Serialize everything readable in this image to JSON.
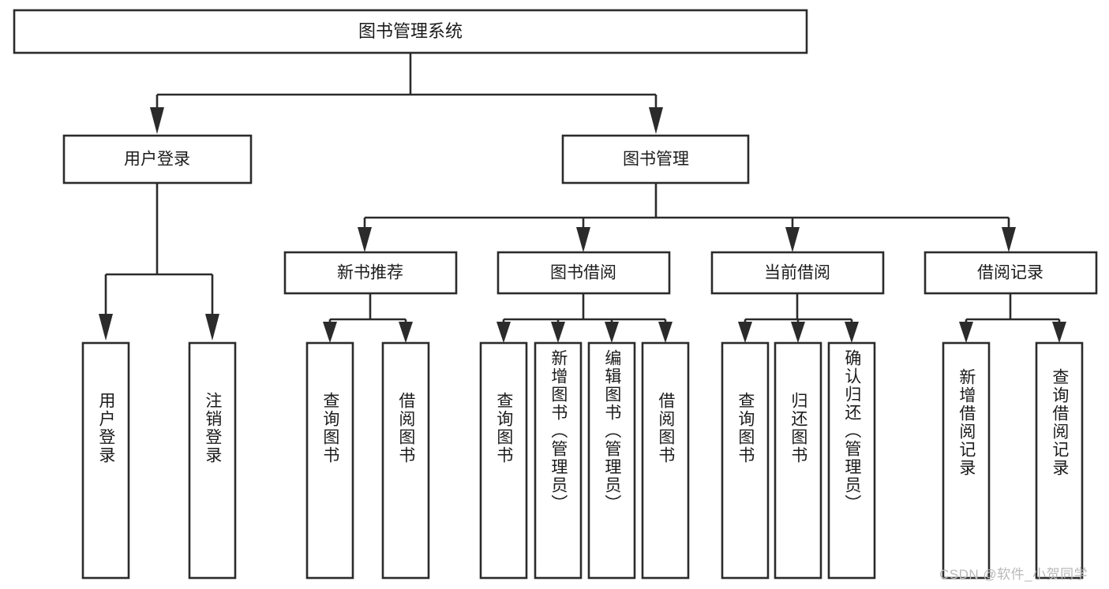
{
  "diagram": {
    "type": "tree-hierarchy-chart",
    "title": "图书管理系统",
    "orientation": "top-down",
    "colors": {
      "box_fill": "#ffffff",
      "box_stroke": "#2b2b2b",
      "text": "#1b1b1b",
      "background": "#ffffff",
      "watermark": "#b9b9b9"
    },
    "root": {
      "label": "图书管理系统",
      "level": 0
    },
    "level1": [
      {
        "id": "user-login",
        "label": "用户登录"
      },
      {
        "id": "book-management",
        "label": "图书管理"
      }
    ],
    "level2": [
      {
        "id": "new-book-recommend",
        "label": "新书推荐",
        "parent": "book-management"
      },
      {
        "id": "book-borrow",
        "label": "图书借阅",
        "parent": "book-management"
      },
      {
        "id": "current-borrow",
        "label": "当前借阅",
        "parent": "book-management"
      },
      {
        "id": "borrow-record",
        "label": "借阅记录",
        "parent": "book-management"
      }
    ],
    "leaves": {
      "user-login": [
        {
          "id": "leaf-user-login",
          "label": "用户登录"
        },
        {
          "id": "leaf-logout",
          "label": "注销登录"
        }
      ],
      "new-book-recommend": [
        {
          "id": "leaf-query-book-1",
          "label": "查询图书"
        },
        {
          "id": "leaf-borrow-book-1",
          "label": "借阅图书"
        }
      ],
      "book-borrow": [
        {
          "id": "leaf-query-book-2",
          "label": "查询图书"
        },
        {
          "id": "leaf-add-book",
          "label": "新增图书（管理员）"
        },
        {
          "id": "leaf-edit-book",
          "label": "编辑图书（管理员）"
        },
        {
          "id": "leaf-borrow-book-2",
          "label": "借阅图书"
        }
      ],
      "current-borrow": [
        {
          "id": "leaf-query-book-3",
          "label": "查询图书"
        },
        {
          "id": "leaf-return-book",
          "label": "归还图书"
        },
        {
          "id": "leaf-confirm-return",
          "label": "确认归还（管理员）"
        }
      ],
      "borrow-record": [
        {
          "id": "leaf-add-record",
          "label": "新增借阅记录"
        },
        {
          "id": "leaf-query-record",
          "label": "查询借阅记录"
        }
      ]
    }
  },
  "watermark": {
    "text": "CSDN @软件_小贺同学"
  }
}
